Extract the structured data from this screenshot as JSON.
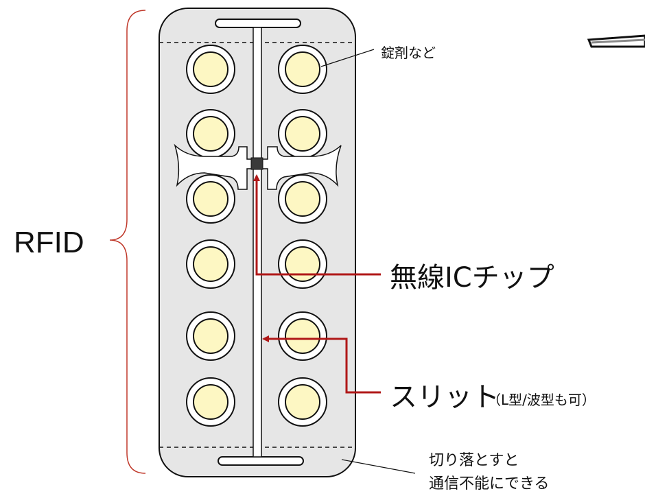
{
  "labels": {
    "rfid": "RFID",
    "tablet": "錠剤など",
    "chip": "無線ICチップ",
    "slit_main": "スリット",
    "slit_note": "（L型/波型も可）",
    "cutoff_line1": "切り落とすと",
    "cutoff_line2": "通信不能にできる"
  },
  "colors": {
    "sheet_fill": "#e6e6e6",
    "tablet_fill": "#fdf7c3",
    "arrow": "#b01818",
    "chip": "#3a3a3a",
    "bracket": "#c0392b"
  },
  "tablets": {
    "columns": 2,
    "rows": 6
  }
}
